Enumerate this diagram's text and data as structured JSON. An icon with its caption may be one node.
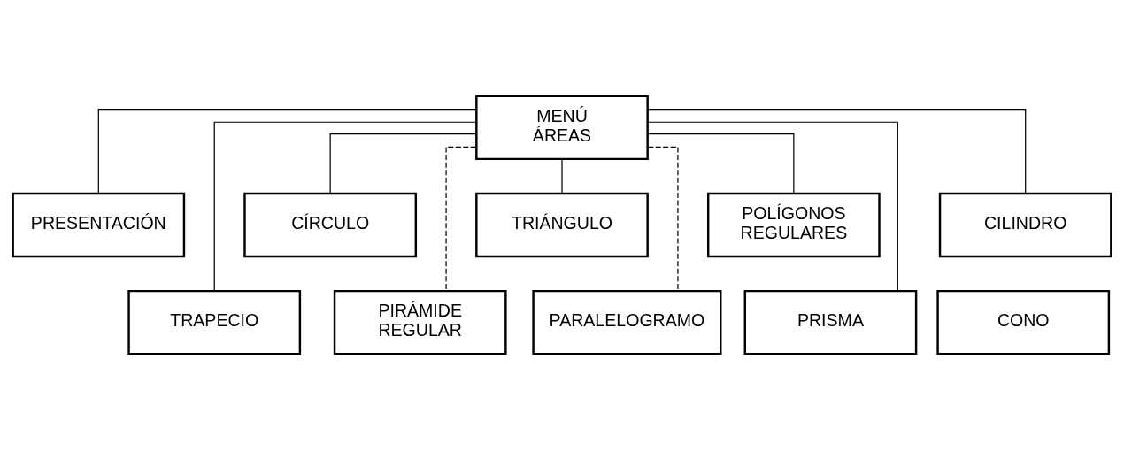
{
  "diagram": {
    "nodes": [
      {
        "text": [
          "MENÚ ÁREAS"
        ]
      },
      {
        "text": [
          "PRESENTACIÓN"
        ]
      },
      {
        "text": [
          "CÍRCULO"
        ]
      },
      {
        "text": [
          "TRIÁNGULO"
        ]
      },
      {
        "text": [
          "POLÍGONOS REGULARES"
        ]
      },
      {
        "text": [
          "CILINDRO"
        ]
      },
      {
        "text": [
          "TRAPECIO"
        ]
      },
      {
        "text": [
          "PIRÁMIDE REGULAR"
        ]
      },
      {
        "text": [
          "PARALELOGRAMO"
        ]
      },
      {
        "text": [
          "PRISMA"
        ]
      },
      {
        "text": [
          "CONO"
        ]
      }
    ],
    "edges": [
      {
        "from": 0,
        "to": 1,
        "arrow": "none"
      },
      {
        "from": 0,
        "to": 6,
        "arrow": "none"
      },
      {
        "from": 0,
        "to": 2,
        "arrow": "none"
      },
      {
        "from": 0,
        "to": 7,
        "arrow": "none",
        "style": "dashed"
      },
      {
        "from": 0,
        "to": 3,
        "arrow": "none"
      },
      {
        "from": 0,
        "to": 8,
        "arrow": "none",
        "style": "dashed"
      },
      {
        "from": 0,
        "to": 4,
        "arrow": "none"
      },
      {
        "from": 0,
        "to": 9,
        "arrow": "none"
      },
      {
        "from": 0,
        "to": 5,
        "arrow": "none"
      }
    ]
  }
}
